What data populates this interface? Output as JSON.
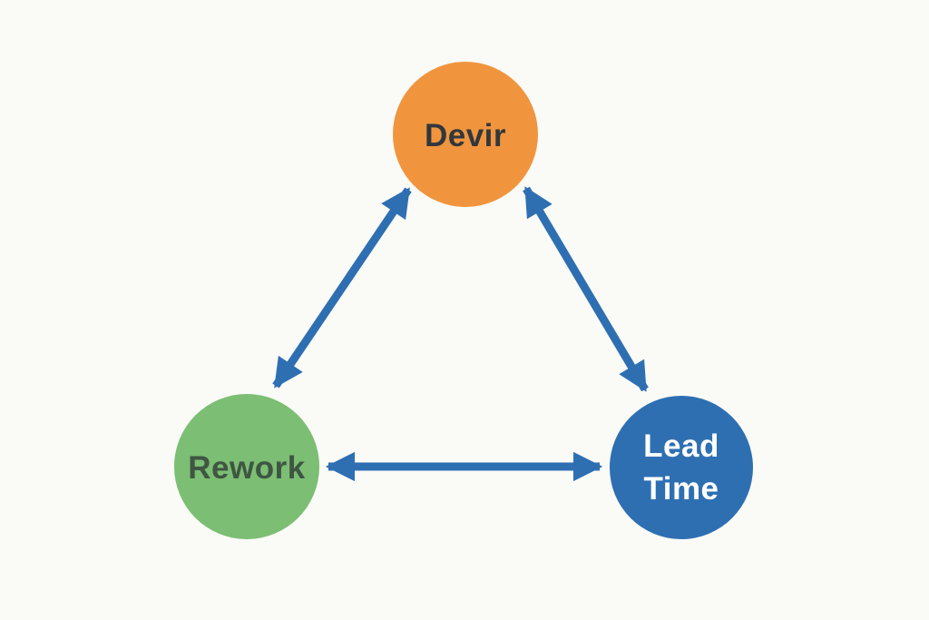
{
  "diagram": {
    "background": "#FAFAF7",
    "arrow_color": "#2E6FB2",
    "nodes": [
      {
        "id": "devir",
        "lines": [
          "Devir"
        ],
        "fill": "#F0953E",
        "text_color": "#31373C"
      },
      {
        "id": "rework",
        "lines": [
          "Rework"
        ],
        "fill": "#7CBE74",
        "text_color": "#3E5642"
      },
      {
        "id": "lead-time",
        "lines": [
          "Lead",
          "Time"
        ],
        "fill": "#2E6FB2",
        "text_color": "#FFFFFF"
      }
    ],
    "edges": [
      {
        "from": "devir",
        "to": "rework",
        "bidirectional": true
      },
      {
        "from": "devir",
        "to": "lead-time",
        "bidirectional": true
      },
      {
        "from": "rework",
        "to": "lead-time",
        "bidirectional": true
      }
    ]
  }
}
